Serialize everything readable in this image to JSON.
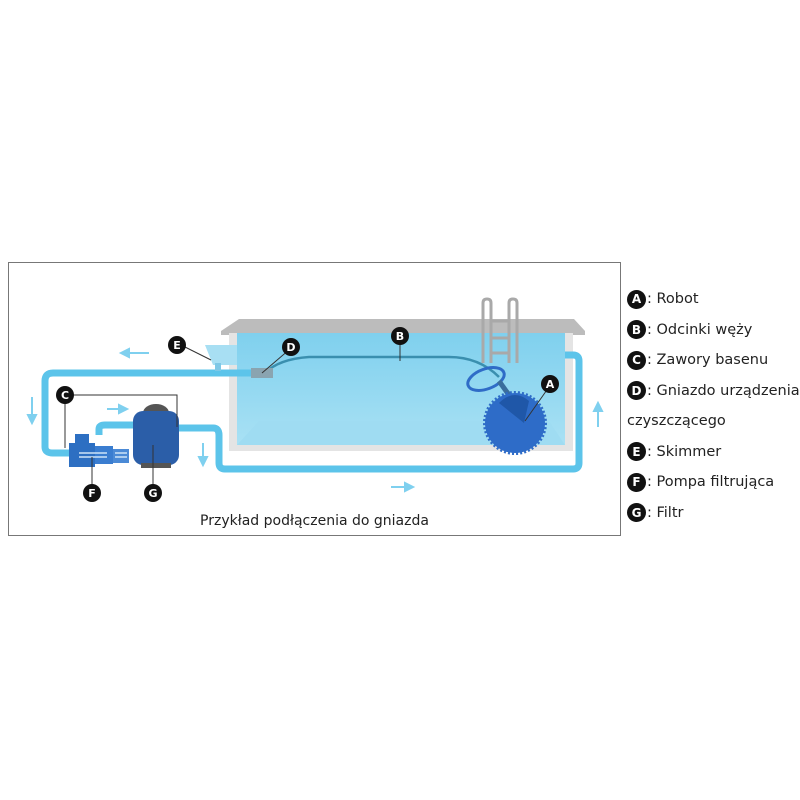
{
  "caption": "Przykład podłączenia do gniazda",
  "colors": {
    "pipe": "#5cc4ea",
    "water": "#8fd6ef",
    "pump": "#2d6fc2",
    "filter": "#2b5ea8"
  },
  "markers": [
    "A",
    "B",
    "C",
    "D",
    "E",
    "F",
    "G"
  ],
  "legend": [
    {
      "key": "A",
      "text": ": Robot"
    },
    {
      "key": "B",
      "text": ": Odcinki węży"
    },
    {
      "key": "C",
      "text": ": Zawory basenu"
    },
    {
      "key": "D",
      "text": ": Gniazdo urządzenia",
      "continuation": "czyszczącego"
    },
    {
      "key": "E",
      "text": ": Skimmer"
    },
    {
      "key": "F",
      "text": ": Pompa filtrująca"
    },
    {
      "key": "G",
      "text": ": Filtr"
    }
  ]
}
